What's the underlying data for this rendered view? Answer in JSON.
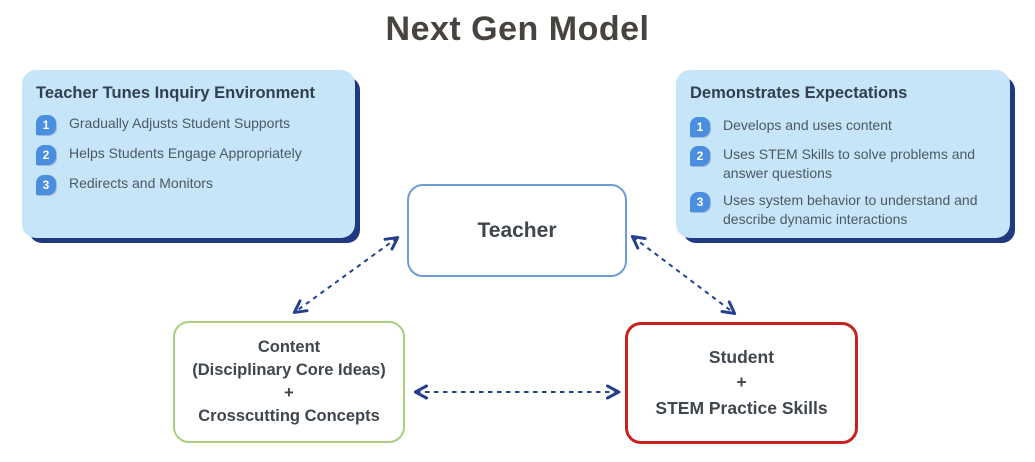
{
  "title": "Next Gen Model",
  "callouts": {
    "left": {
      "heading": "Teacher Tunes Inquiry Environment",
      "items": [
        {
          "num": "1",
          "text": "Gradually Adjusts Student Supports"
        },
        {
          "num": "2",
          "text": "Helps Students Engage Appropriately"
        },
        {
          "num": "3",
          "text": "Redirects and Monitors"
        }
      ]
    },
    "right": {
      "heading": "Demonstrates Expectations",
      "items": [
        {
          "num": "1",
          "text": "Develops and uses content"
        },
        {
          "num": "2",
          "text": "Uses STEM Skills to solve problems and answer questions"
        },
        {
          "num": "3",
          "text": "Uses system behavior to understand and describe dynamic interactions"
        }
      ]
    }
  },
  "nodes": {
    "teacher": {
      "label": "Teacher"
    },
    "content": {
      "lines": [
        "Content",
        "(Disciplinary Core Ideas)",
        "+",
        "Crosscutting Concepts"
      ]
    },
    "student": {
      "lines": [
        "Student",
        "+",
        "STEM Practice Skills"
      ]
    }
  },
  "colors": {
    "callout_background": "#c7e5f8",
    "callout_shadow": "#1f3a80",
    "badge_blue": "#4a8ee0",
    "teacher_border": "#6f9cd6",
    "content_border": "#a9cf7c",
    "student_border": "#c8221f",
    "arrow_navy": "#24418e",
    "title_text": "#47433f",
    "heading_text": "#323f4e",
    "body_text": "#4c5963"
  }
}
